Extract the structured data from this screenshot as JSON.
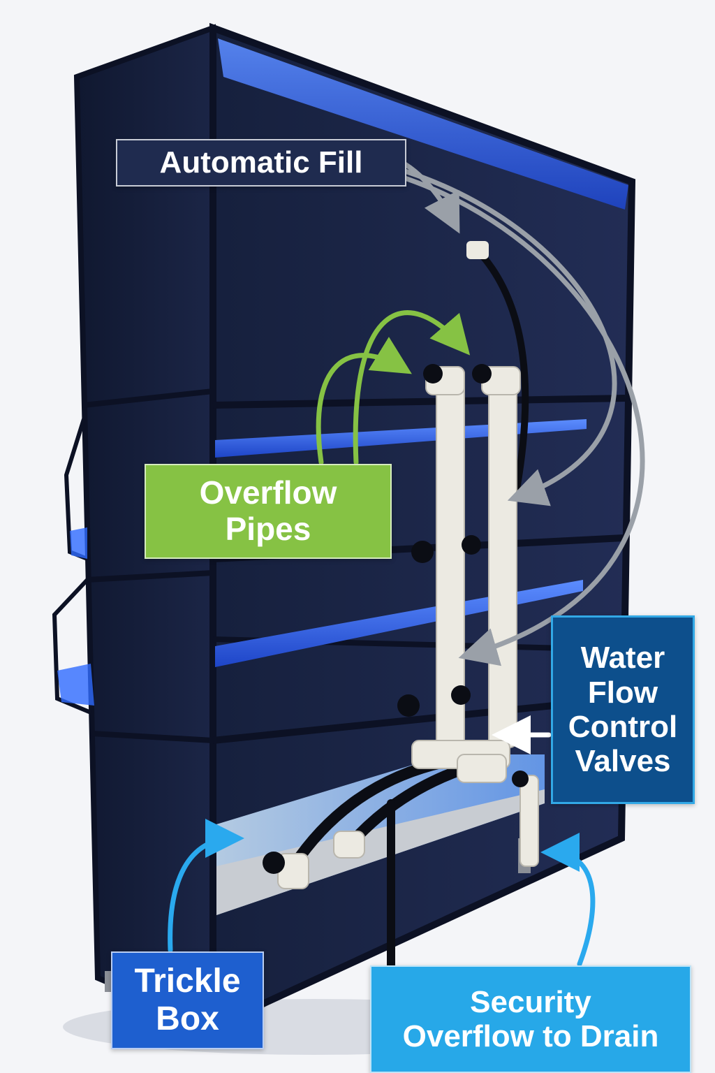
{
  "labels": {
    "automatic_fill": [
      "Automatic Fill"
    ],
    "overflow_pipes": [
      "Overflow",
      "Pipes"
    ],
    "water_flow_control_valves": [
      "Water",
      "Flow",
      "Control",
      "Valves"
    ],
    "trickle_box": [
      "Trickle",
      "Box"
    ],
    "security_overflow": [
      "Security",
      "Overflow to Drain"
    ]
  },
  "colors": {
    "cabinet": "#1b2547",
    "frame": "#0c1124",
    "led_blue": "#2f6bff",
    "pipe_white": "#eceae2",
    "arrow_gray": "#9aa0a8",
    "arrow_green": "#86c244",
    "arrow_blue": "#2aa9ee",
    "arrow_white": "#ffffff"
  }
}
